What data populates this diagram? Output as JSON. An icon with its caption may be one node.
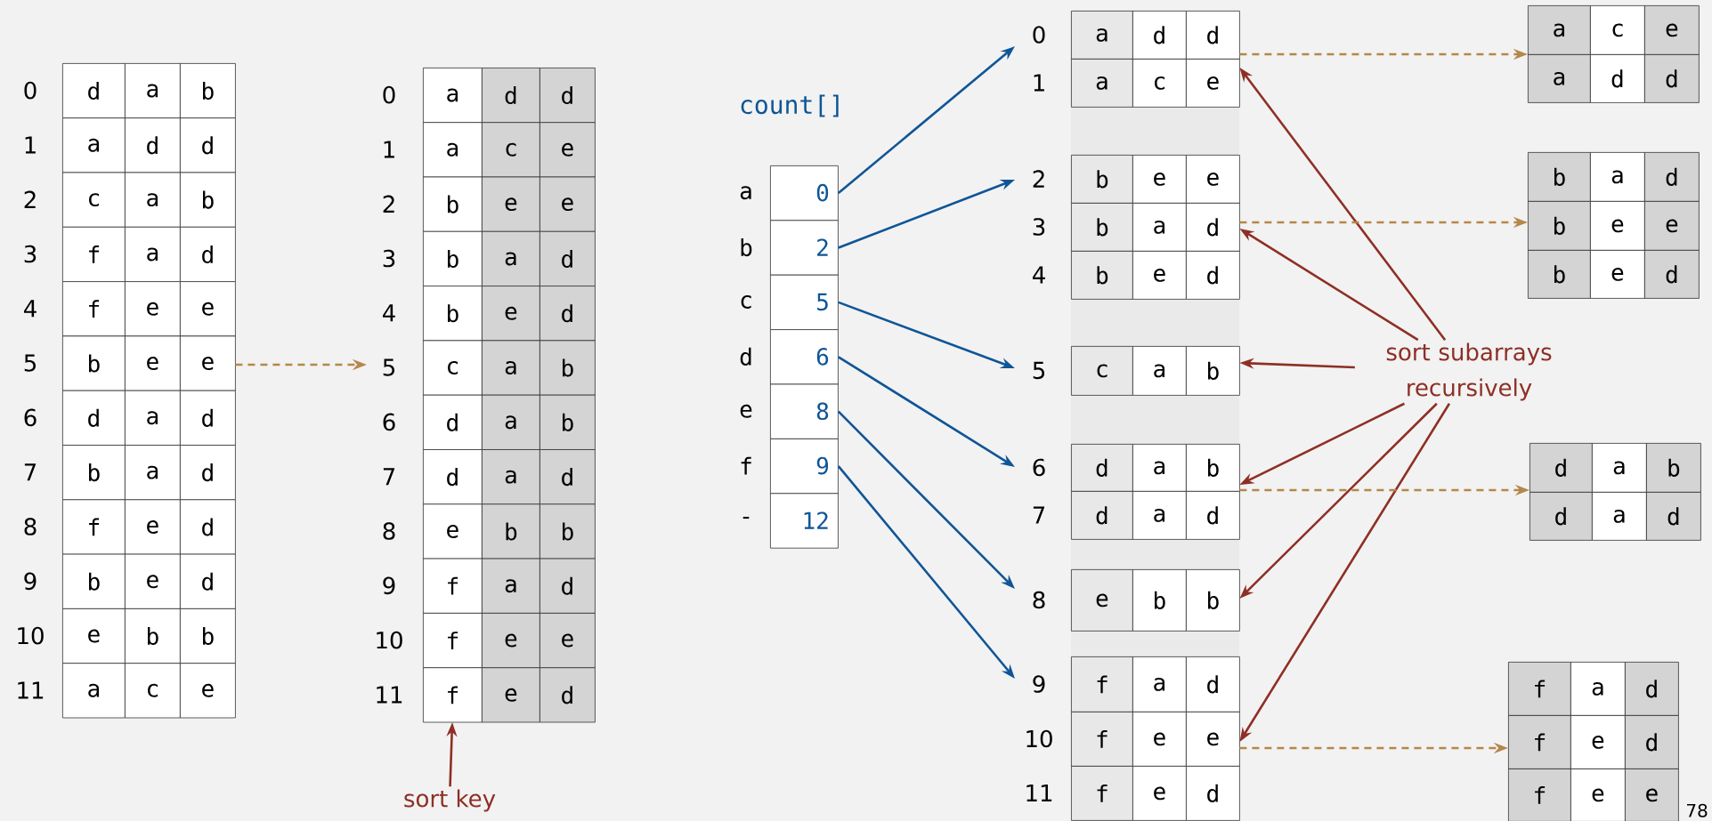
{
  "diagram": {
    "nodes": [
      {
        "text": [
          "d",
          "a",
          "b",
          "a",
          "d",
          "d",
          "c",
          "a",
          "b",
          "f",
          "a",
          "d",
          "f",
          "e",
          "e",
          "b",
          "e",
          "e",
          "d",
          "a",
          "d",
          "b",
          "a",
          "d",
          "f",
          "e",
          "d",
          "b",
          "e",
          "d",
          "e",
          "b",
          "b",
          "a",
          "c",
          "e"
        ],
        "beside": [
          "0",
          "1",
          "2",
          "3",
          "4",
          "5",
          "6",
          "7",
          "8",
          "9",
          "10",
          "11"
        ]
      },
      {
        "text": [
          "a",
          "d",
          "d",
          "a",
          "c",
          "e",
          "b",
          "e",
          "e",
          "b",
          "a",
          "d",
          "b",
          "e",
          "d",
          "c",
          "a",
          "b",
          "d",
          "a",
          "b",
          "d",
          "a",
          "d",
          "e",
          "b",
          "b",
          "f",
          "a",
          "d",
          "f",
          "e",
          "e",
          "f",
          "e",
          "d"
        ],
        "beside": [
          "0",
          "1",
          "2",
          "3",
          "4",
          "5",
          "6",
          "7",
          "8",
          "9",
          "10",
          "11"
        ]
      },
      {
        "text": [
          "sort key"
        ]
      },
      {
        "text": [
          "0"
        ],
        "beside": [
          "a"
        ]
      },
      {
        "text": [
          "2"
        ],
        "beside": [
          "b"
        ]
      },
      {
        "text": [
          "5"
        ],
        "beside": [
          "c"
        ]
      },
      {
        "text": [
          "6"
        ],
        "beside": [
          "d"
        ]
      },
      {
        "text": [
          "8"
        ],
        "beside": [
          "e"
        ]
      },
      {
        "text": [
          "9"
        ],
        "beside": [
          "f"
        ]
      },
      {
        "text": [
          "12"
        ],
        "beside": [
          "-"
        ]
      },
      {
        "text": [
          "a",
          "d",
          "d",
          "a",
          "c",
          "e"
        ],
        "beside": [
          "0",
          "1"
        ]
      },
      {
        "text": [
          "b",
          "e",
          "e",
          "b",
          "a",
          "d",
          "b",
          "e",
          "d"
        ],
        "beside": [
          "2",
          "3",
          "4"
        ]
      },
      {
        "text": [
          "c",
          "a",
          "b"
        ],
        "beside": [
          "5"
        ]
      },
      {
        "text": [
          "d",
          "a",
          "b",
          "d",
          "a",
          "d"
        ],
        "beside": [
          "6",
          "7"
        ]
      },
      {
        "text": [
          "e",
          "b",
          "b"
        ],
        "beside": [
          "8"
        ]
      },
      {
        "text": [
          "f",
          "a",
          "d",
          "f",
          "e",
          "e",
          "f",
          "e",
          "d"
        ],
        "beside": [
          "9",
          "10",
          "11"
        ]
      },
      {
        "text": [
          "sort subarrays recursively"
        ]
      },
      {
        "text": [
          "a",
          "c",
          "e",
          "a",
          "d",
          "d"
        ]
      },
      {
        "text": [
          "b",
          "a",
          "d",
          "b",
          "e",
          "e",
          "b",
          "e",
          "d"
        ]
      },
      {
        "text": [
          "d",
          "a",
          "b",
          "d",
          "a",
          "d"
        ]
      },
      {
        "text": [
          "f",
          "a",
          "d",
          "f",
          "e",
          "d",
          "f",
          "e",
          "e"
        ]
      }
    ],
    "edges": [
      {
        "from": 0,
        "to": 1,
        "arrow": "to",
        "style": "dashed",
        "color": "#b5874a"
      },
      {
        "from": 2,
        "to": 1,
        "arrow": "to",
        "color": "#8e2f25"
      },
      {
        "from": 3,
        "to": 10,
        "arrow": "to",
        "color": "#0f5596"
      },
      {
        "from": 4,
        "to": 11,
        "arrow": "to",
        "color": "#0f5596"
      },
      {
        "from": 5,
        "to": 12,
        "arrow": "to",
        "color": "#0f5596"
      },
      {
        "from": 6,
        "to": 13,
        "arrow": "to",
        "color": "#0f5596"
      },
      {
        "from": 7,
        "to": 14,
        "arrow": "to",
        "color": "#0f5596"
      },
      {
        "from": 8,
        "to": 15,
        "arrow": "to",
        "color": "#0f5596"
      },
      {
        "from": 16,
        "to": 10,
        "arrow": "to",
        "color": "#8e2f25"
      },
      {
        "from": 16,
        "to": 11,
        "arrow": "to",
        "color": "#8e2f25"
      },
      {
        "from": 16,
        "to": 12,
        "arrow": "to",
        "color": "#8e2f25"
      },
      {
        "from": 16,
        "to": 13,
        "arrow": "to",
        "color": "#8e2f25"
      },
      {
        "from": 16,
        "to": 14,
        "arrow": "to",
        "color": "#8e2f25"
      },
      {
        "from": 16,
        "to": 15,
        "arrow": "to",
        "color": "#8e2f25"
      },
      {
        "from": 10,
        "to": 17,
        "arrow": "to",
        "style": "dashed",
        "color": "#b5874a"
      },
      {
        "from": 11,
        "to": 18,
        "arrow": "to",
        "style": "dashed",
        "color": "#b5874a"
      },
      {
        "from": 13,
        "to": 19,
        "arrow": "to",
        "style": "dashed",
        "color": "#b5874a"
      },
      {
        "from": 15,
        "to": 20,
        "arrow": "to",
        "style": "dashed",
        "color": "#b5874a"
      }
    ],
    "labels": [
      "count[]",
      "78"
    ]
  }
}
